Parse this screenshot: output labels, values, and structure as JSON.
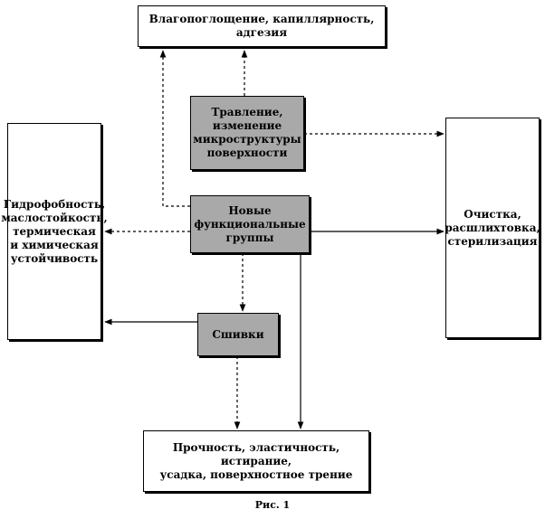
{
  "boxes": {
    "top": "Влагопоглощение, капиллярность,\nадгезия",
    "left": "Гидрофобность,\nмаслостойкость,\nтермическая\nи химическая\nустойчивость",
    "right": "Очистка,\nрасшлихтовка,\nстерилизация",
    "bottom": "Прочность, эластичность, истирание,\nусадка, поверхностное трение",
    "etching": "Травление,\nизменение\nмикроструктуры\nповерхности",
    "functional_groups": "Новые\nфункциональные\nгруппы",
    "crosslinks": "Сшивки"
  },
  "caption": "Рис. 1"
}
